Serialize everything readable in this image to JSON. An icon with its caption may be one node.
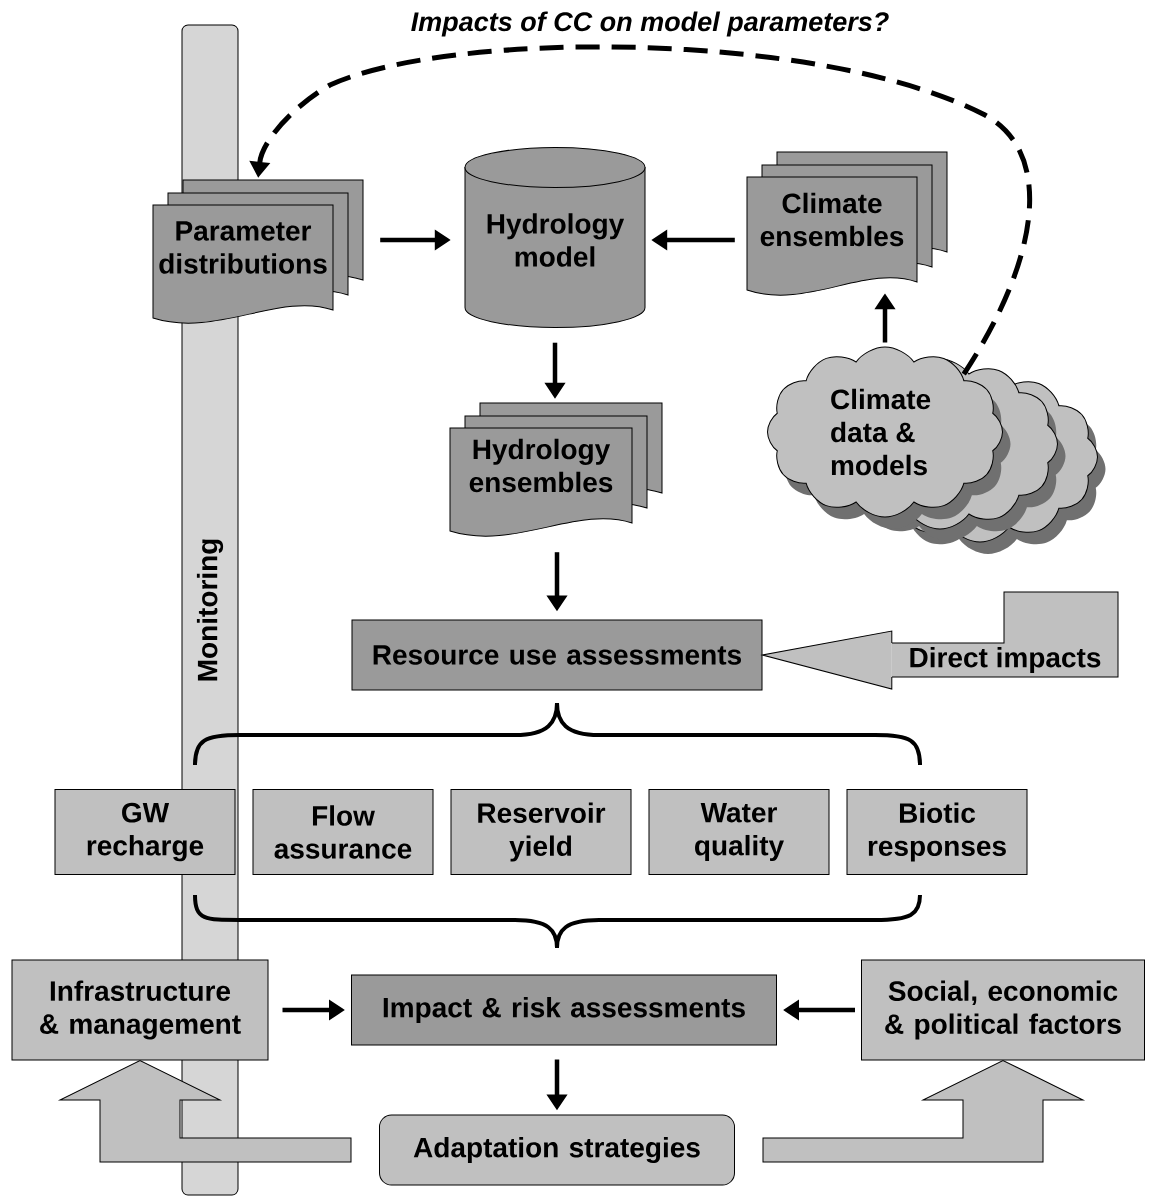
{
  "diagram": {
    "nodes": [
      {
        "text": [
          "Monitoring"
        ]
      },
      {
        "text": [
          "Parameter distributions"
        ]
      },
      {
        "text": [
          "Hydrology model"
        ]
      },
      {
        "text": [
          "Climate ensembles"
        ]
      },
      {
        "text": [
          "Climate data & models"
        ]
      },
      {
        "text": [
          "Hydrology ensembles"
        ]
      },
      {
        "text": [
          "Resource use assessments"
        ]
      },
      {
        "text": [
          "Direct impacts"
        ]
      },
      {
        "text": [
          "GW recharge"
        ]
      },
      {
        "text": [
          "Flow assurance"
        ]
      },
      {
        "text": [
          "Reservoir yield"
        ]
      },
      {
        "text": [
          "Water quality"
        ]
      },
      {
        "text": [
          "Biotic responses"
        ]
      },
      {
        "text": [
          "Infrastructure & management"
        ]
      },
      {
        "text": [
          "Impact & risk assessments"
        ]
      },
      {
        "text": [
          "Social, economic & political factors"
        ]
      },
      {
        "text": [
          "Adaptation strategies"
        ]
      }
    ],
    "edges": [
      {
        "from": 1,
        "to": 2,
        "arrow": "to"
      },
      {
        "from": 3,
        "to": 2,
        "arrow": "to"
      },
      {
        "from": 4,
        "to": 3,
        "arrow": "to"
      },
      {
        "from": 4,
        "to": 1,
        "arrow": "to",
        "style": "dashed",
        "label": "Impacts of CC on model parameters?"
      },
      {
        "from": 2,
        "to": 5,
        "arrow": "to"
      },
      {
        "from": 5,
        "to": 6,
        "arrow": "to"
      },
      {
        "from": 7,
        "to": 6,
        "arrow": "to",
        "style": "thick"
      },
      {
        "from": 13,
        "to": 14,
        "arrow": "to"
      },
      {
        "from": 15,
        "to": 14,
        "arrow": "to"
      },
      {
        "from": 14,
        "to": 16,
        "arrow": "to"
      },
      {
        "from": 16,
        "to": 13,
        "arrow": "to",
        "style": "thick"
      },
      {
        "from": 16,
        "to": 15,
        "arrow": "to",
        "style": "thick"
      }
    ]
  }
}
